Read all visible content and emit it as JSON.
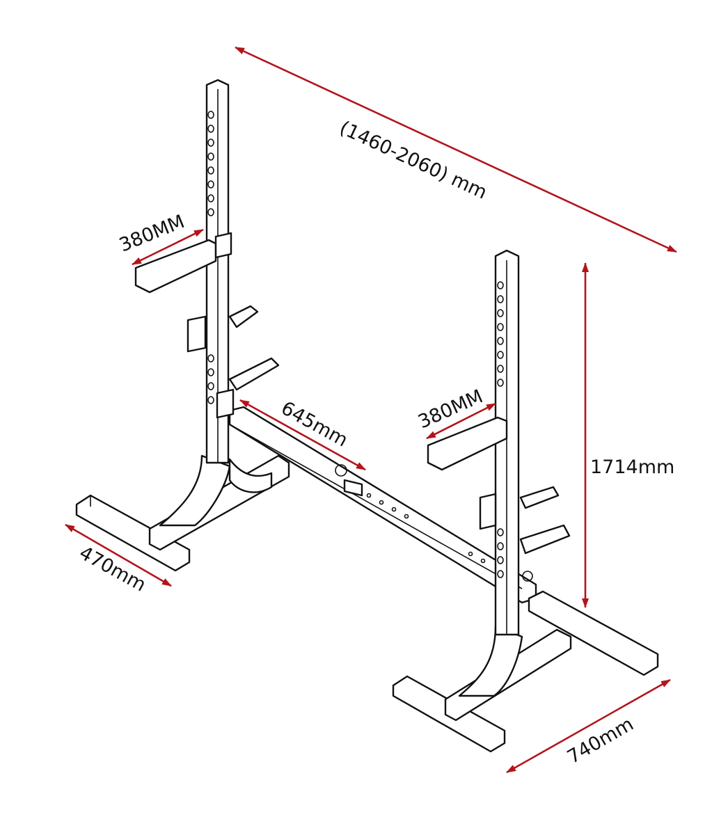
{
  "title": "Squat rack dimension diagram",
  "colors": {
    "dimension_arrow": "#b3141c",
    "line": "#111111"
  },
  "dimensions": {
    "width_range": "(1460-2060) mm",
    "left_safety_arm": "380MM",
    "right_safety_arm": "380MM",
    "crossbar": "645mm",
    "height": "1714mm",
    "left_foot": "470mm",
    "base_depth": "740mm"
  }
}
